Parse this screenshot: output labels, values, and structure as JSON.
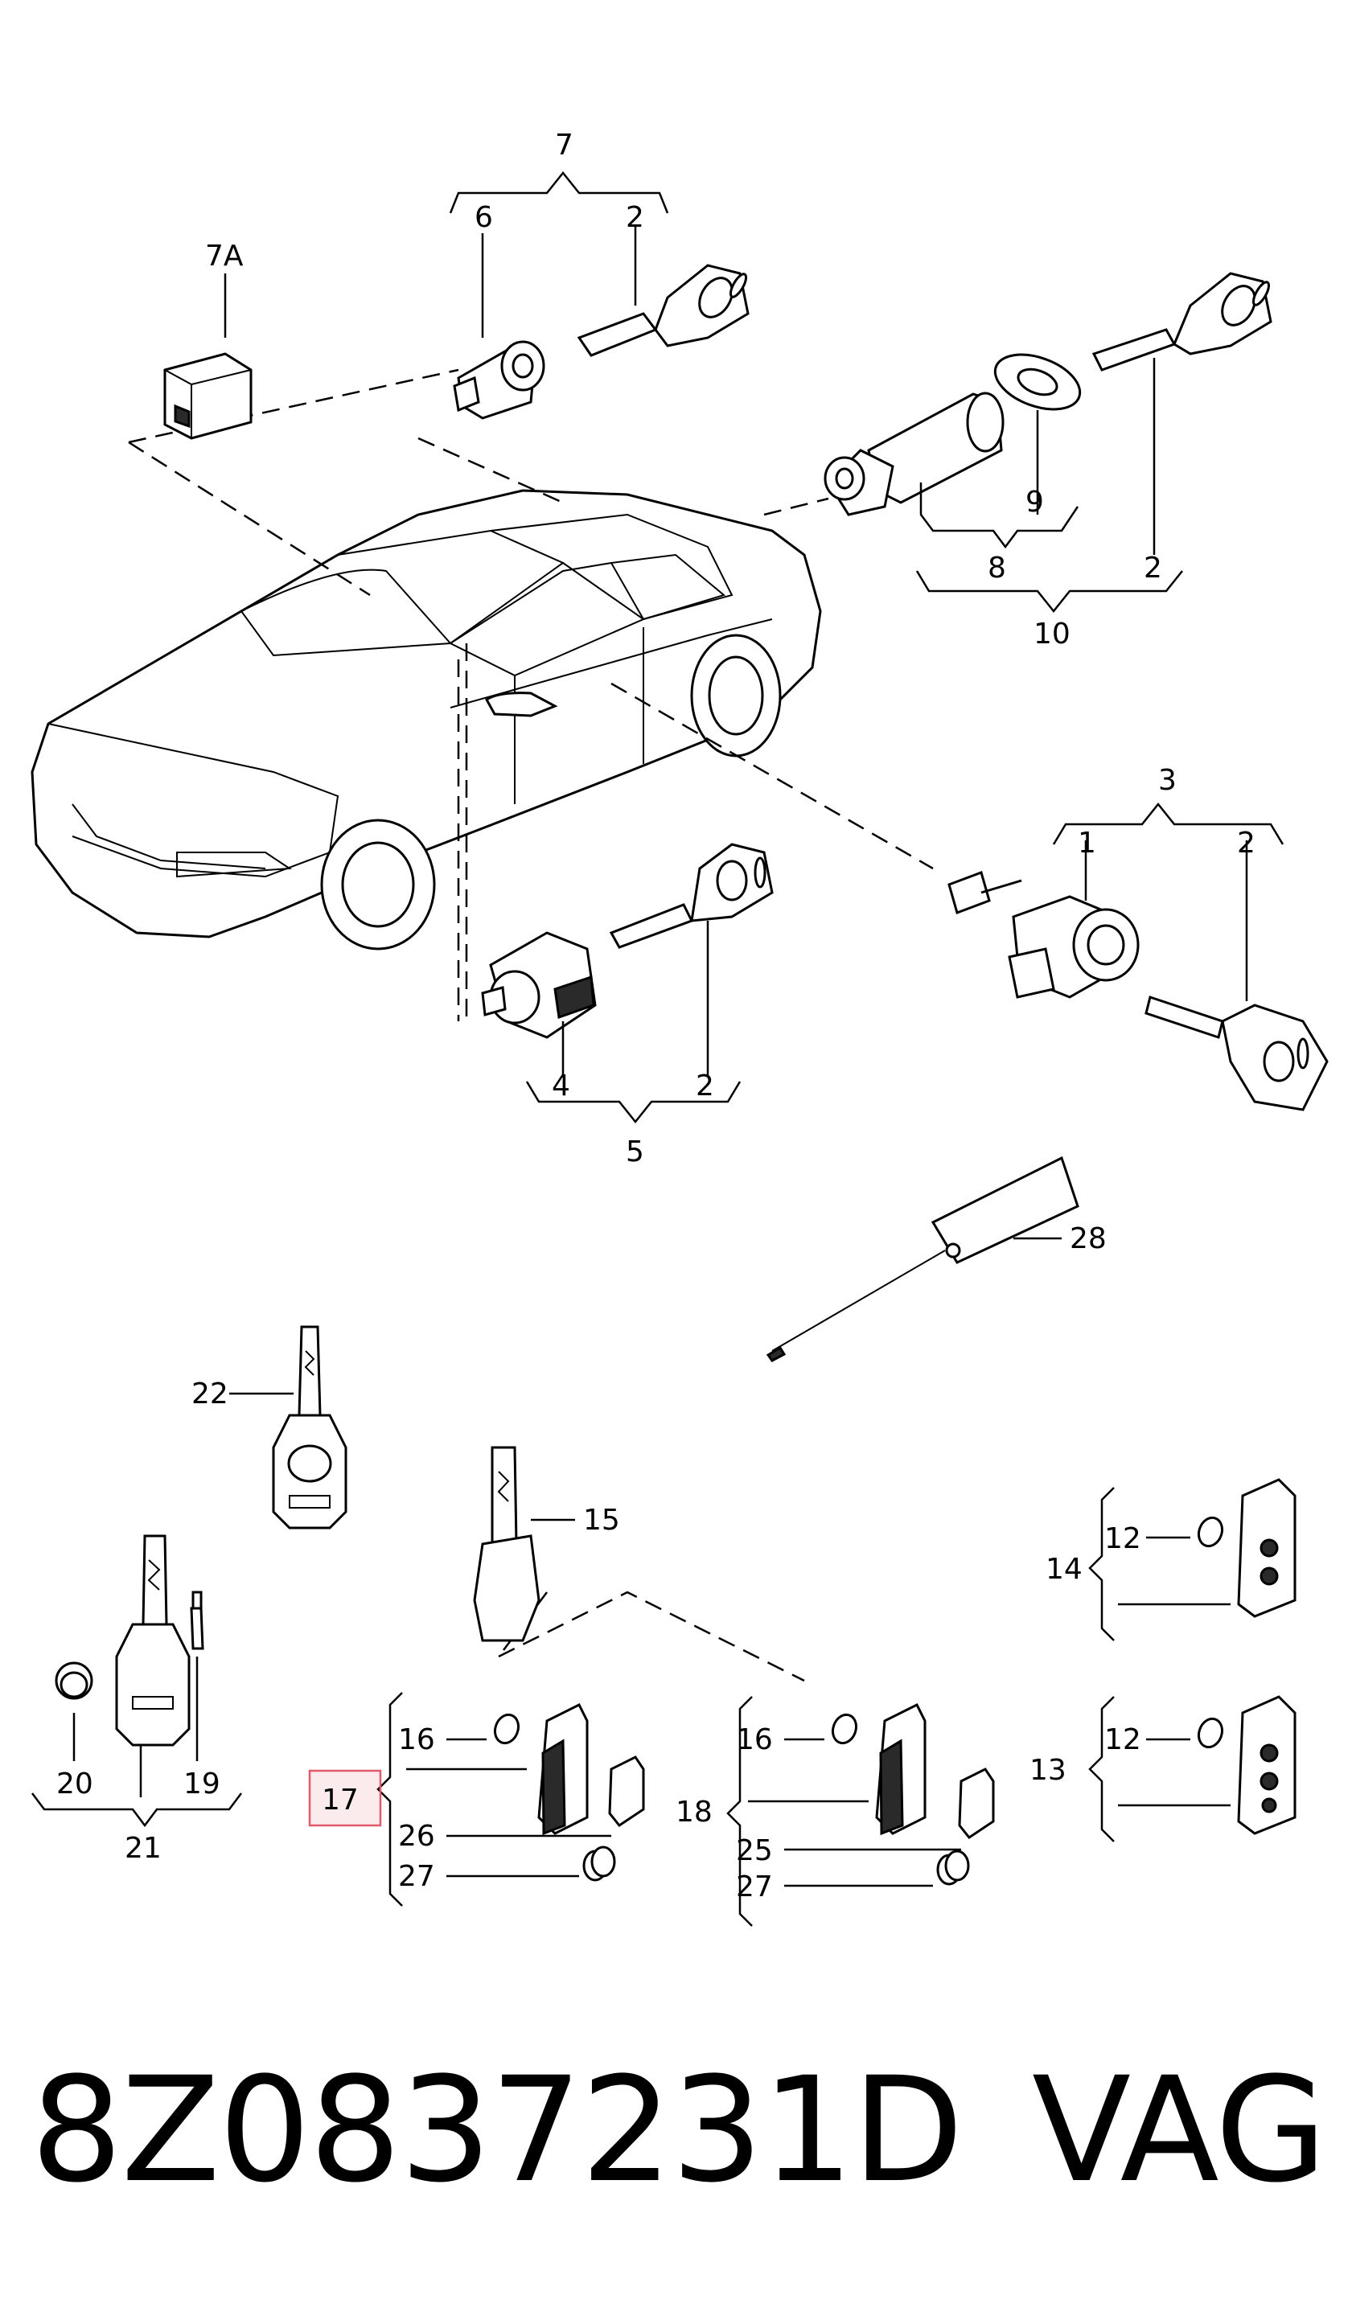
{
  "diagram": {
    "callouts": {
      "c7": "7",
      "c6": "6",
      "c2a": "2",
      "c7A": "7A",
      "c9": "9",
      "c8": "8",
      "c2b": "2",
      "c10": "10",
      "c3": "3",
      "c1": "1",
      "c2c": "2",
      "c4": "4",
      "c2d": "2",
      "c5": "5",
      "c28": "28",
      "c22": "22",
      "c15": "15",
      "c12a": "12",
      "c14": "14",
      "c12b": "12",
      "c13": "13",
      "c16a": "16",
      "c16b": "16",
      "c17": "17",
      "c18": "18",
      "c26": "26",
      "c27a": "27",
      "c25": "25",
      "c27b": "27",
      "c20": "20",
      "c19": "19",
      "c21": "21"
    },
    "highlight_color": "#e05a6a"
  },
  "footer": {
    "part_number": "8Z0837231D",
    "brand": "VAG"
  }
}
